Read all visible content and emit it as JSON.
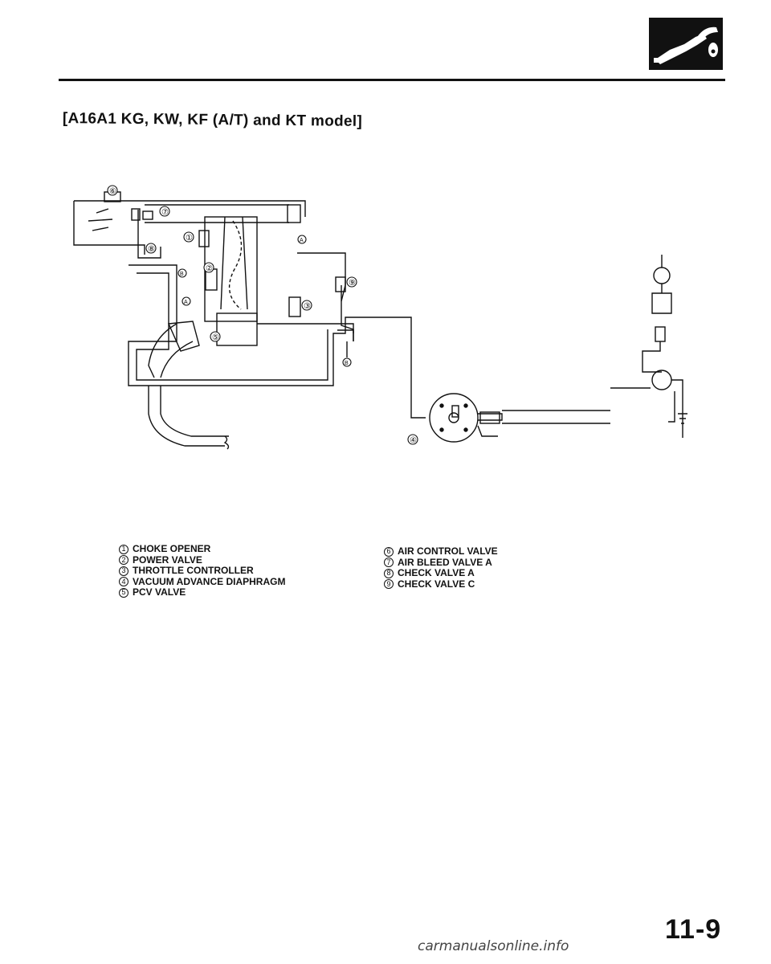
{
  "header": {
    "icon": "fuel-pump-nozzle-icon"
  },
  "section_title": "[A16A1 KG, KW, KF (A/T) and KT model]",
  "diagram": {
    "callouts": [
      "①",
      "②",
      "③",
      "④",
      "⑤",
      "⑥",
      "⑦",
      "⑧",
      "⑨"
    ],
    "connectors": [
      "A",
      "B"
    ]
  },
  "legend": {
    "left": [
      {
        "num": "1",
        "label": "CHOKE OPENER"
      },
      {
        "num": "2",
        "label": "POWER VALVE"
      },
      {
        "num": "3",
        "label": "THROTTLE CONTROLLER"
      },
      {
        "num": "4",
        "label": "VACUUM ADVANCE DIAPHRAGM"
      },
      {
        "num": "5",
        "label": "PCV VALVE"
      }
    ],
    "right": [
      {
        "num": "6",
        "label": "AIR CONTROL VALVE"
      },
      {
        "num": "7",
        "label": "AIR BLEED VALVE A"
      },
      {
        "num": "8",
        "label": "CHECK VALVE A"
      },
      {
        "num": "9",
        "label": "CHECK VALVE C"
      }
    ]
  },
  "page_number": "11-9",
  "watermark": "carmanualsonline.info"
}
